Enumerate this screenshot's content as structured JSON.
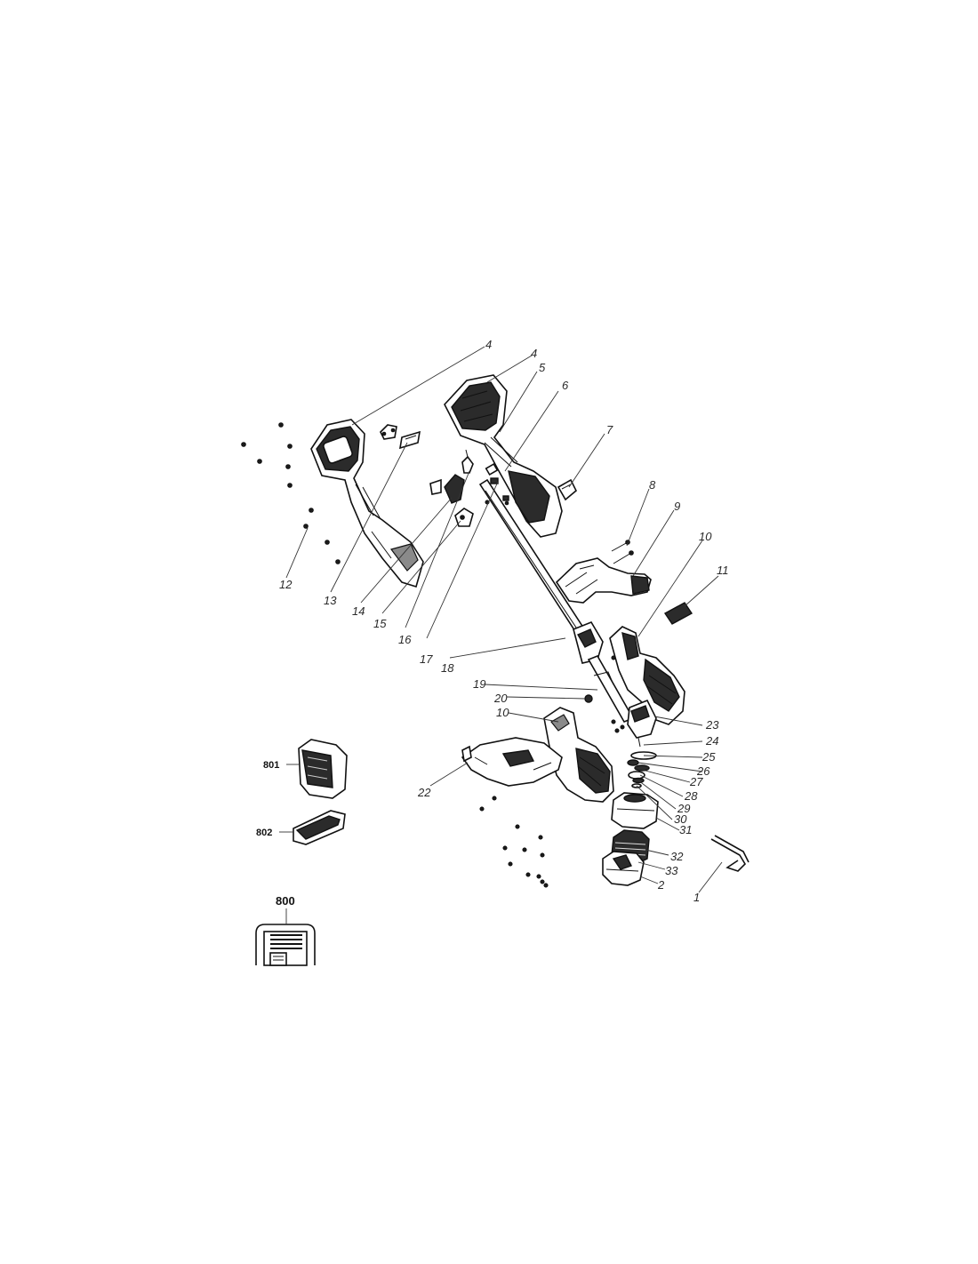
{
  "callouts": [
    {
      "id": "c1",
      "text": "1"
    },
    {
      "id": "c2",
      "text": "2"
    },
    {
      "id": "c4a",
      "text": "4"
    },
    {
      "id": "c4b",
      "text": "4"
    },
    {
      "id": "c5",
      "text": "5"
    },
    {
      "id": "c6",
      "text": "6"
    },
    {
      "id": "c7",
      "text": "7"
    },
    {
      "id": "c8",
      "text": "8"
    },
    {
      "id": "c9",
      "text": "9"
    },
    {
      "id": "c10a",
      "text": "10"
    },
    {
      "id": "c10b",
      "text": "10"
    },
    {
      "id": "c11",
      "text": "11"
    },
    {
      "id": "c12",
      "text": "12"
    },
    {
      "id": "c13",
      "text": "13"
    },
    {
      "id": "c14",
      "text": "14"
    },
    {
      "id": "c15",
      "text": "15"
    },
    {
      "id": "c16",
      "text": "16"
    },
    {
      "id": "c17",
      "text": "17"
    },
    {
      "id": "c18",
      "text": "18"
    },
    {
      "id": "c19",
      "text": "19"
    },
    {
      "id": "c20",
      "text": "20"
    },
    {
      "id": "c22",
      "text": "22"
    },
    {
      "id": "c23",
      "text": "23"
    },
    {
      "id": "c24",
      "text": "24"
    },
    {
      "id": "c25",
      "text": "25"
    },
    {
      "id": "c26",
      "text": "26"
    },
    {
      "id": "c27",
      "text": "27"
    },
    {
      "id": "c28",
      "text": "28"
    },
    {
      "id": "c29",
      "text": "29"
    },
    {
      "id": "c30",
      "text": "30"
    },
    {
      "id": "c31",
      "text": "31"
    },
    {
      "id": "c32",
      "text": "32"
    },
    {
      "id": "c33",
      "text": "33"
    },
    {
      "id": "c801",
      "text": "801"
    },
    {
      "id": "c802",
      "text": "802"
    },
    {
      "id": "c800",
      "text": "800"
    }
  ]
}
